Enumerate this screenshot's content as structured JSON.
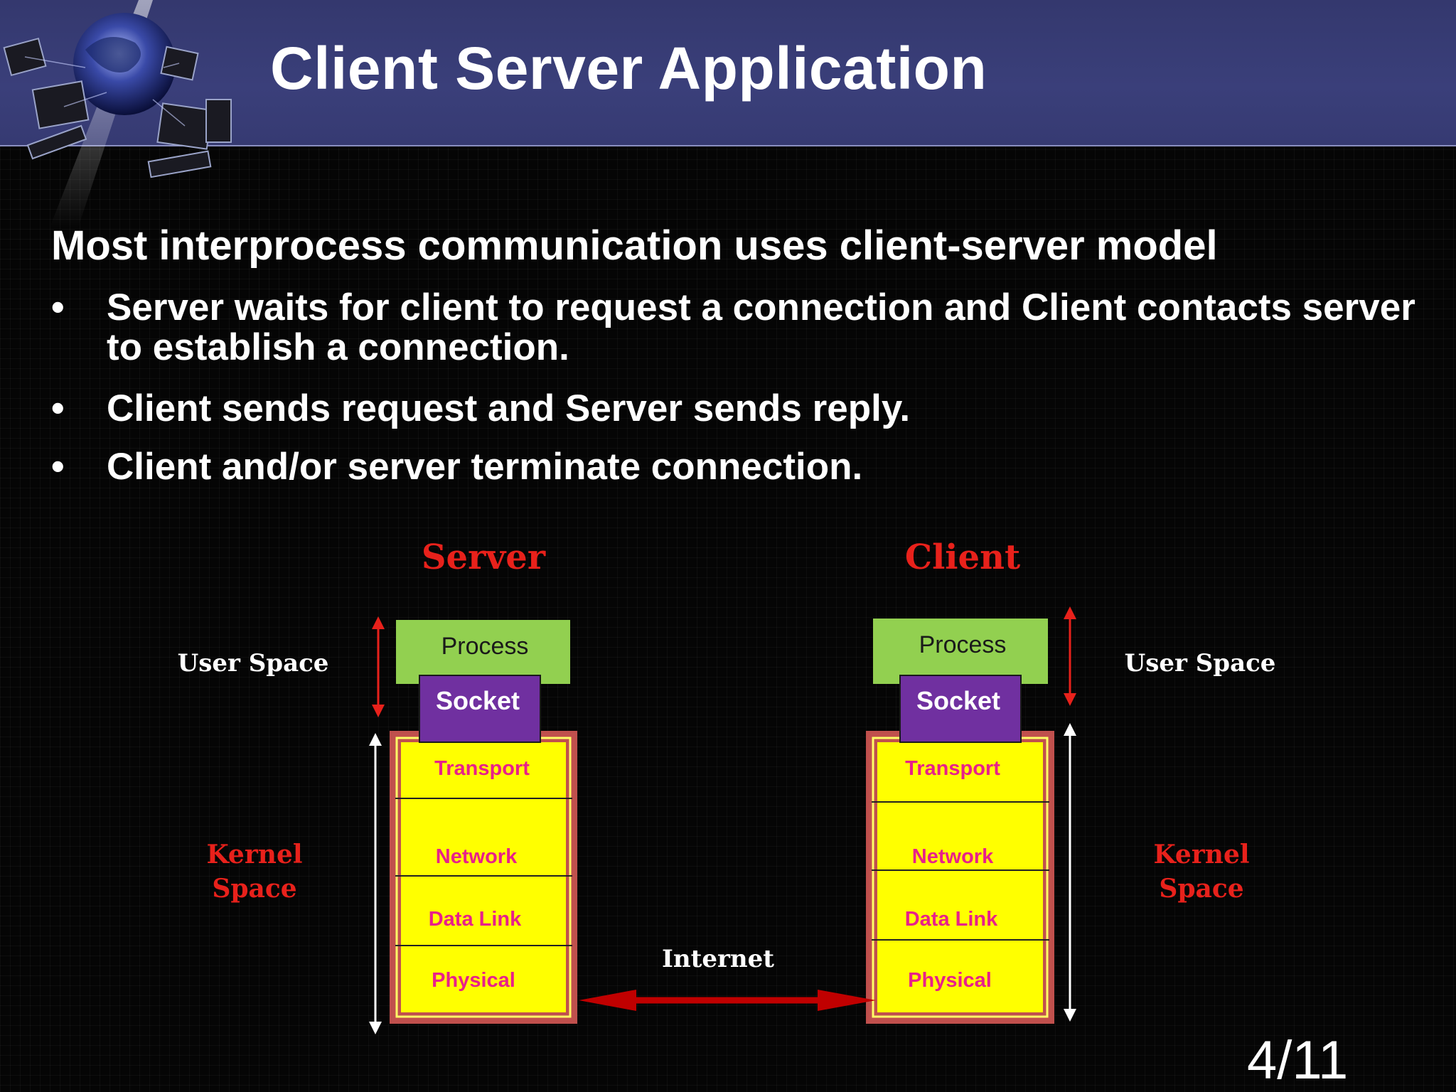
{
  "slide": {
    "title": "Client Server Application",
    "lead": "Most interprocess communication uses client-server model",
    "bullets": [
      "Server waits for client to request a connection and Client contacts server to establish a connection.",
      "Client sends request and Server sends reply.",
      "Client and/or server terminate connection."
    ],
    "page_number": "4/11"
  },
  "diagram": {
    "server": {
      "heading": "Server",
      "process": "Process",
      "socket": "Socket",
      "layers": [
        "Transport",
        "Network",
        "Data Link",
        "Physical"
      ]
    },
    "client": {
      "heading": "Client",
      "process": "Process",
      "socket": "Socket",
      "layers": [
        "Transport",
        "Network",
        "Data Link",
        "Physical"
      ]
    },
    "user_space_label": "User Space",
    "kernel_space_label": [
      "Kernel",
      "Space"
    ],
    "internet_label": "Internet"
  },
  "colors": {
    "header_bg": "#363a72",
    "heading_red": "#e8211b",
    "process_green": "#92d050",
    "socket_purple": "#7030a0",
    "stack_yellow": "#ffff00",
    "stack_border": "#c0504d",
    "layer_text": "#e8208a",
    "arrow_red": "#c00000"
  },
  "icons": [
    "network-globe-logo-icon"
  ]
}
